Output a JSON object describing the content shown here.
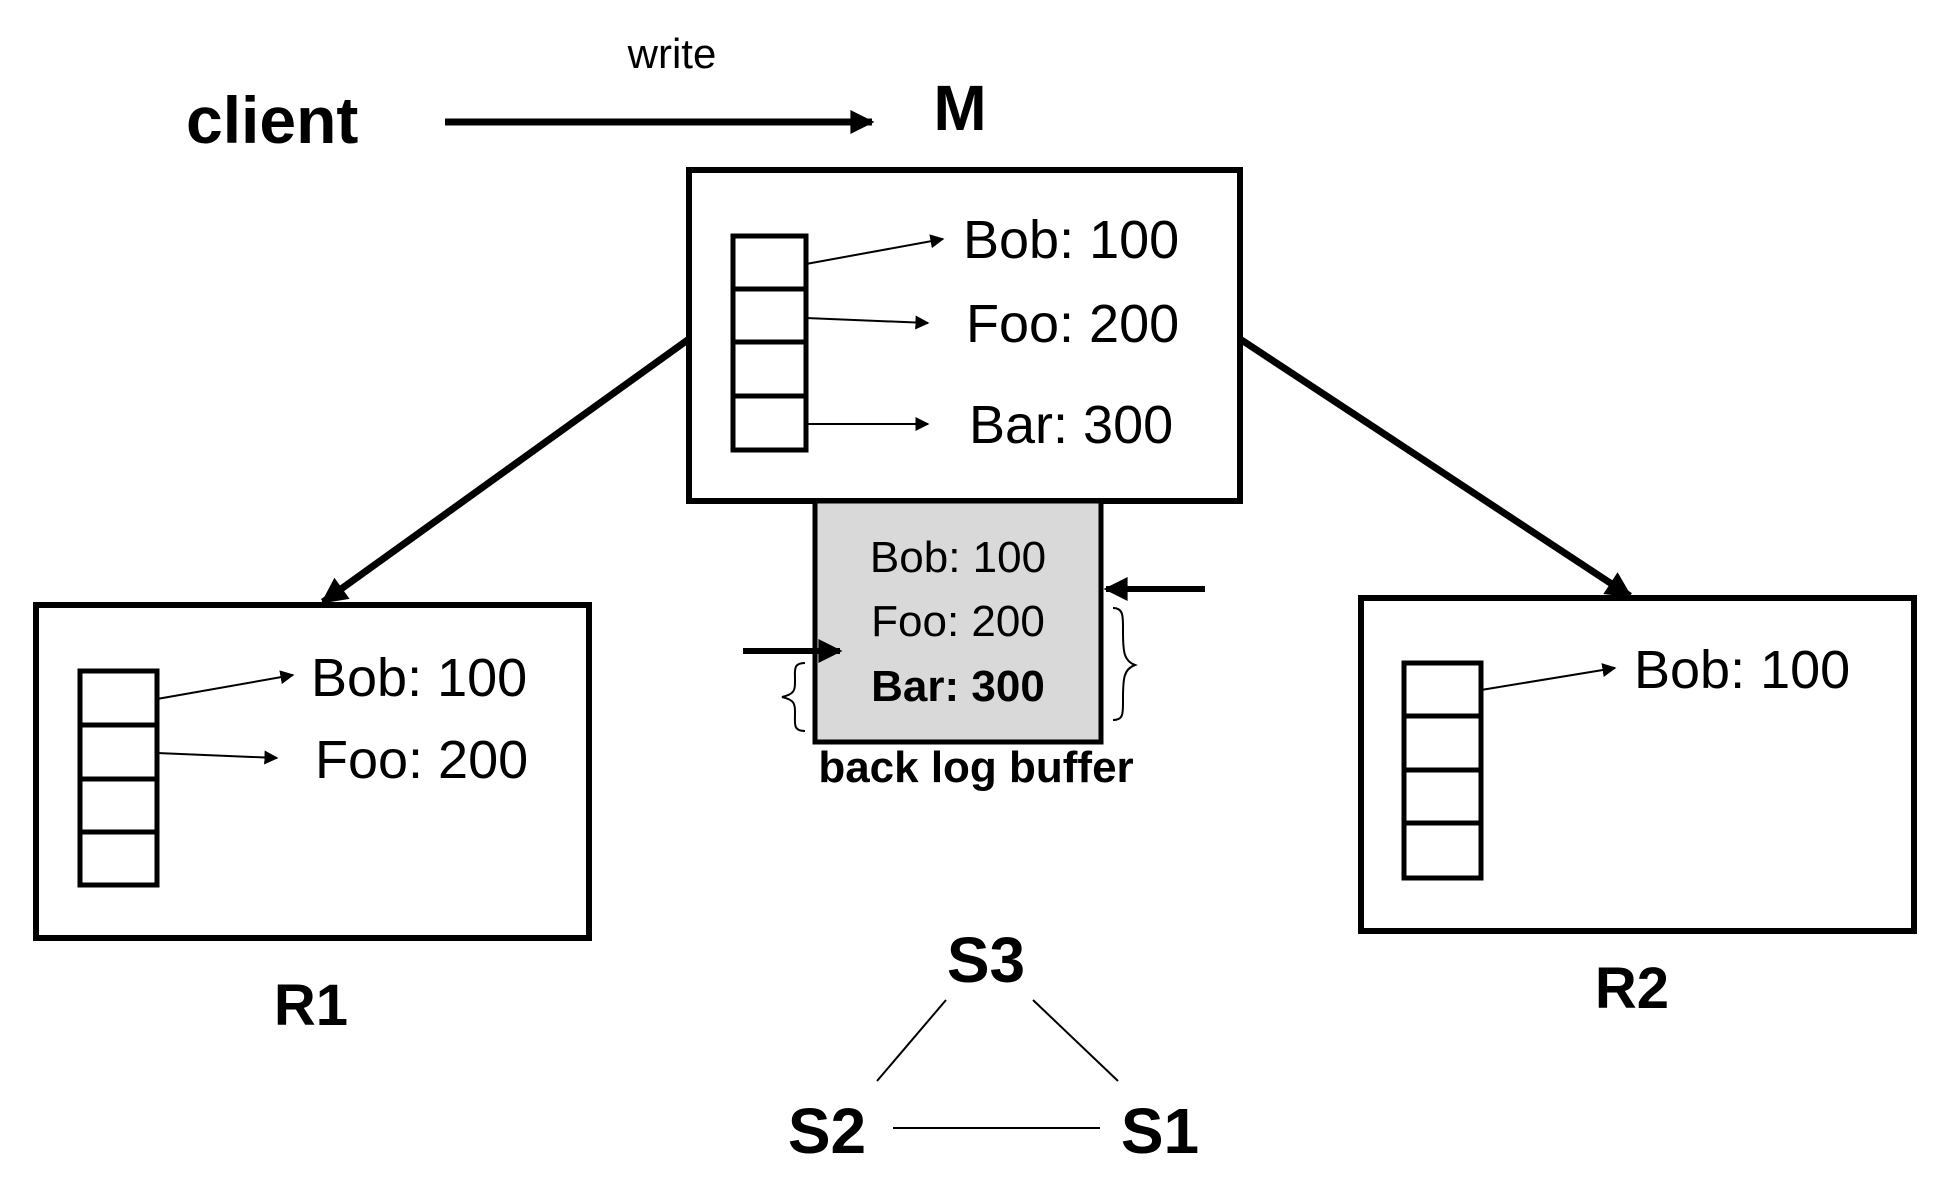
{
  "client_label": "client",
  "write_label": "write",
  "master": {
    "label": "M",
    "entries": [
      "Bob: 100",
      "Foo: 200",
      "Bar: 300"
    ]
  },
  "replica1": {
    "label": "R1",
    "entries": [
      "Bob: 100",
      "Foo: 200"
    ]
  },
  "replica2": {
    "label": "R2",
    "entries": [
      "Bob: 100"
    ]
  },
  "backlog": {
    "label": "back log buffer",
    "entries": [
      "Bob: 100",
      "Foo: 200",
      "Bar: 300"
    ]
  },
  "sentinels": [
    "S3",
    "S2",
    "S1"
  ],
  "colors": {
    "stroke": "#000000",
    "buffer_fill": "#d9d9d9",
    "background": "#ffffff"
  }
}
